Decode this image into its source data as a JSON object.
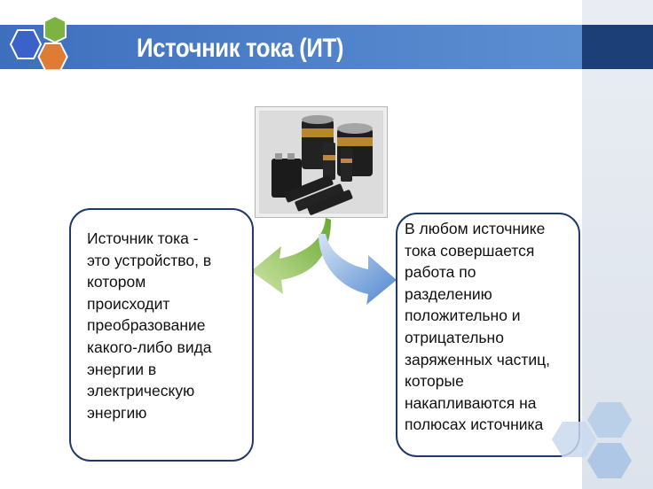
{
  "slide": {
    "title": "Источник тока (ИТ)",
    "left_box_text": "Источник тока -\nэто устройство, в\nкотором\nпроисходит\nпреобразование\nкакого-либо вида\nэнергии в\nэлектрическую\nэнергию",
    "right_box_text": "В любом источнике\nтока  совершается\nработа по\nразделению\nположительно и\nотрицательно\nзаряженных частиц,\nкоторые\nнакапливаются на\nполюсах источника"
  },
  "image": {
    "subject": "batteries-photo"
  },
  "colors": {
    "title_bar": "#4a7cc4",
    "title_bar_dark": "#1c3f78",
    "hex_blue": "#3a62c9",
    "hex_green": "#7cb342",
    "hex_orange": "#e07b35",
    "box_border": "#1e3a66",
    "arrow_green": "#8bc34a",
    "arrow_blue": "#6f9fd8",
    "deco_hex": "#b7cde8"
  }
}
